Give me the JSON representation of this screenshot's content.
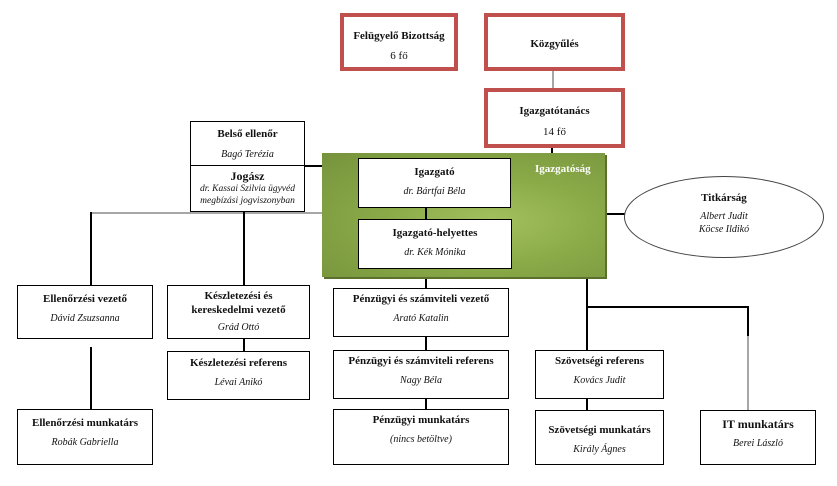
{
  "chart": {
    "nodes": {
      "supervisory_board": {
        "title": "Felügyelő Bizottság",
        "subtitle": "6 fő"
      },
      "general_assembly": {
        "title": "Közgyűlés"
      },
      "board_of_directors": {
        "title": "Igazgatótanács",
        "subtitle": "14 fő"
      },
      "internal_auditor": {
        "title": "Belső ellenőr",
        "name": "Bagó Terézia"
      },
      "lawyer": {
        "title": "Jogász",
        "name": "dr. Kassai Szilvia ügyvéd",
        "name2": "megbízási jogviszonyban"
      },
      "management_group_label": "Igazgatóság",
      "director": {
        "title": "Igazgató",
        "name": "dr. Bártfai Béla"
      },
      "deputy_director": {
        "title": "Igazgató-helyettes",
        "name": "dr. Kék Mónika"
      },
      "secretariat": {
        "title": "Titkárság",
        "name": "Albert Judit",
        "name2": "Köcse Ildikó"
      },
      "control_head": {
        "title": "Ellenőrzési vezető",
        "name": "Dávid Zsuzsanna"
      },
      "inventory_head": {
        "title": "Készletezési és",
        "title2": "kereskedelmi vezető",
        "name": "Grád Ottó"
      },
      "inventory_referent": {
        "title": "Készletezési referens",
        "name": "Lévai Anikó"
      },
      "control_staff": {
        "title": "Ellenőrzési munkatárs",
        "name": "Robák Gabriella"
      },
      "finance_head": {
        "title": "Pénzügyi és számviteli vezető",
        "name": "Arató Katalin"
      },
      "finance_referent": {
        "title": "Pénzügyi és számviteli referens",
        "name": "Nagy Béla"
      },
      "finance_staff": {
        "title": "Pénzügyi munkatárs",
        "name": "(nincs betöltve)"
      },
      "federation_referent": {
        "title": "Szövetségi referens",
        "name": "Kovács Judit"
      },
      "federation_staff": {
        "title": "Szövetségi munkatárs",
        "name": "Király Ágnes"
      },
      "it_staff": {
        "title": "IT munkatárs",
        "name": "Berei László"
      }
    },
    "colors": {
      "top_border": "#c0504d",
      "management_fill": "#8aaa48",
      "line": "#000000",
      "line_grey": "#a6a6a6"
    }
  }
}
